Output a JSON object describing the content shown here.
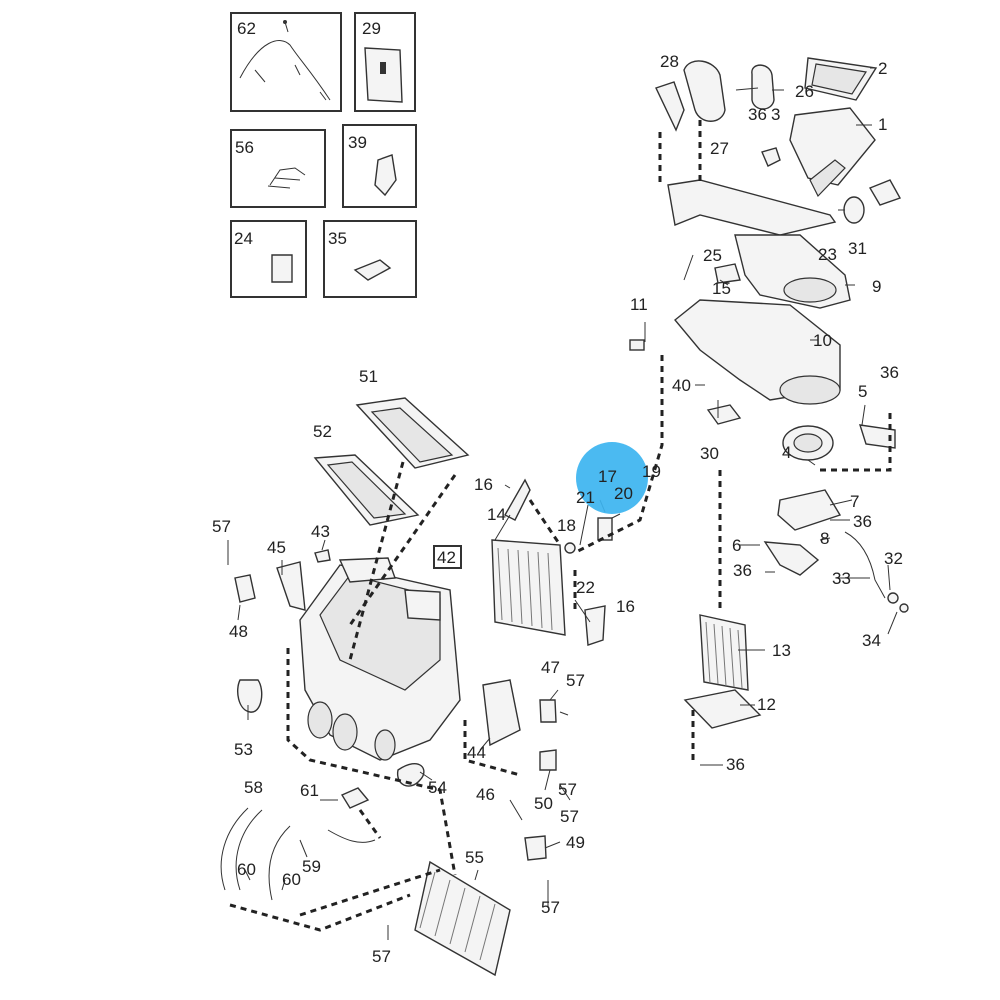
{
  "diagram": {
    "highlight": {
      "label": "17",
      "color": "#3cb4f0"
    },
    "inset_boxes": [
      "62",
      "29",
      "56",
      "39",
      "24",
      "35"
    ],
    "callouts": {
      "c1": "1",
      "c2": "2",
      "c3": "3",
      "c4": "4",
      "c5": "5",
      "c6": "6",
      "c7": "7",
      "c8": "8",
      "c9": "9",
      "c10": "10",
      "c11": "11",
      "c12": "12",
      "c13": "13",
      "c14": "14",
      "c15": "15",
      "c16a": "16",
      "c16b": "16",
      "c18": "18",
      "c19": "19",
      "c20": "20",
      "c21": "21",
      "c22": "22",
      "c23": "23",
      "c25": "25",
      "c26": "26",
      "c27": "27",
      "c28": "28",
      "c30": "30",
      "c31": "31",
      "c32": "32",
      "c33": "33",
      "c34": "34",
      "c36a": "36",
      "c36b": "36",
      "c36c": "36",
      "c36d": "36",
      "c36e": "36",
      "c40": "40",
      "c42": "42",
      "c43": "43",
      "c44": "44",
      "c45": "45",
      "c46": "46",
      "c47": "47",
      "c48": "48",
      "c49": "49",
      "c50": "50",
      "c51": "51",
      "c52": "52",
      "c53": "53",
      "c54": "54",
      "c55": "55",
      "c57a": "57",
      "c57b": "57",
      "c57c": "57",
      "c57d": "57",
      "c57e": "57",
      "c58": "58",
      "c59": "59",
      "c60a": "60",
      "c60b": "60",
      "c61": "61"
    }
  }
}
